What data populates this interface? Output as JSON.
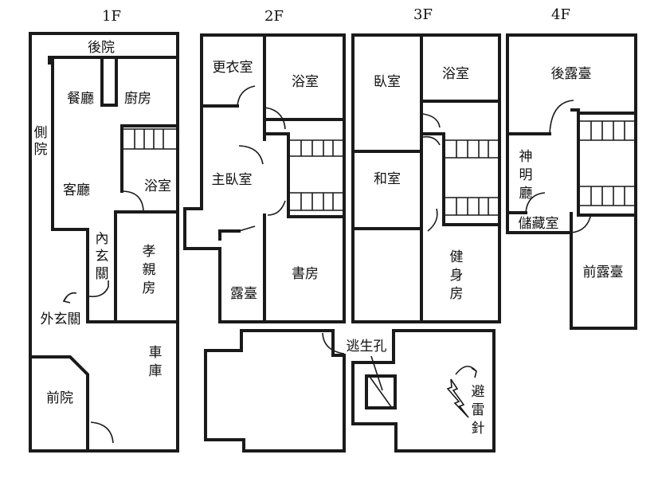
{
  "floors": {
    "f1": "1F",
    "f2": "2F",
    "f3": "3F",
    "f4": "4F"
  },
  "rooms_1f": {
    "back_yard": "後院",
    "dining": "餐廳",
    "kitchen": "廚房",
    "side_yard": "側院",
    "living": "客廳",
    "bath": "浴室",
    "inner_entry": "內玄關",
    "parents_room": "孝親房",
    "outer_entry": "外玄關",
    "garage": "車庫",
    "front_yard": "前院"
  },
  "rooms_2f": {
    "dressing": "更衣室",
    "bath": "浴室",
    "master_bedroom": "主臥室",
    "terrace": "露臺",
    "study": "書房"
  },
  "rooms_3f": {
    "bedroom": "臥室",
    "bath": "浴室",
    "japanese_room": "和室",
    "gym": "健身房",
    "escape_hatch": "逃生孔",
    "lightning_rod": "避雷針"
  },
  "rooms_4f": {
    "rear_terrace": "後露臺",
    "shrine_room": "神明廳",
    "storage": "儲藏室",
    "front_terrace": "前露臺"
  }
}
